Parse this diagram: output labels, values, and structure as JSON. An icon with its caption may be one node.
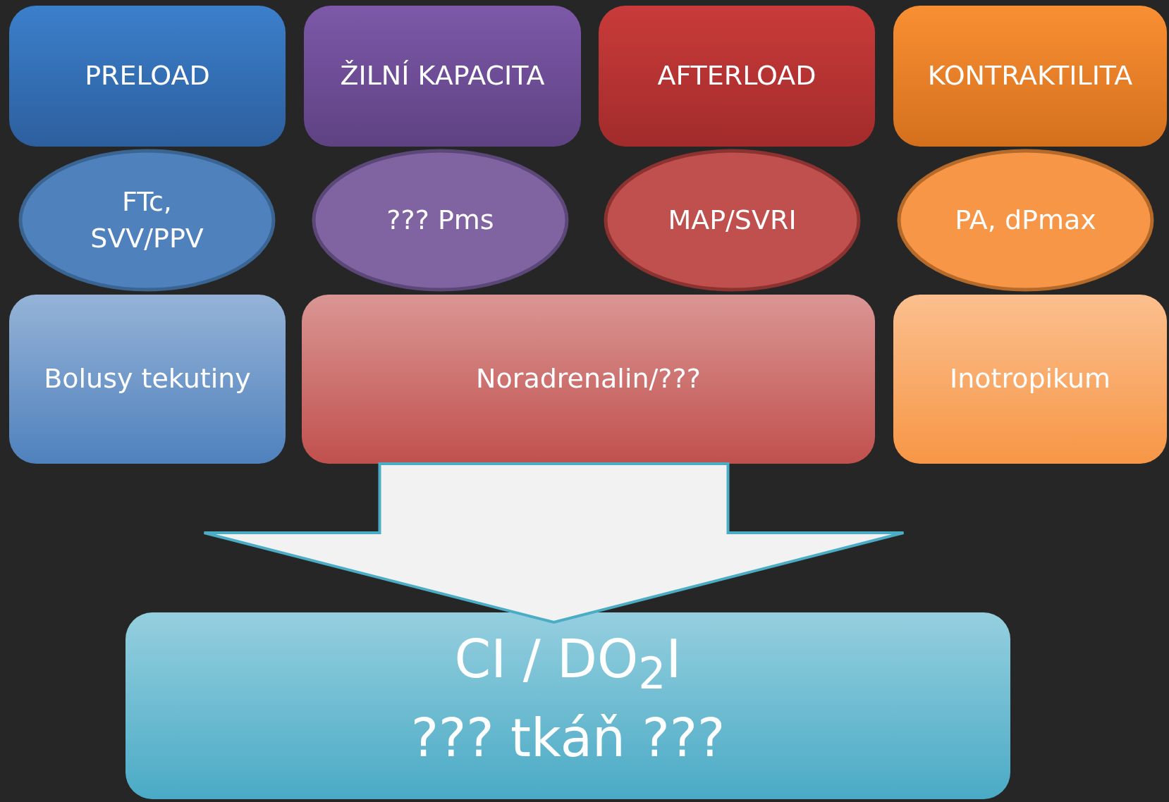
{
  "diagram": {
    "nodes": [
      {
        "text": [
          "PRELOAD"
        ]
      },
      {
        "text": [
          "ŽILNÍ KAPACITA"
        ]
      },
      {
        "text": [
          "AFTERLOAD"
        ]
      },
      {
        "text": [
          "KONTRAKTILITA"
        ]
      },
      {
        "text": [
          "FTc, SVV/PPV"
        ]
      },
      {
        "text": [
          "??? Pms"
        ]
      },
      {
        "text": [
          "MAP/SVRI"
        ]
      },
      {
        "text": [
          "PA, dPmax"
        ]
      },
      {
        "text": [
          "Bolusy tekutiny"
        ]
      },
      {
        "text": [
          "Noradrenalin/???"
        ]
      },
      {
        "text": [
          "Inotropikum"
        ]
      },
      {
        "text": [
          "CI / DO$_{2}$I",
          "??? tkáň ???"
        ]
      }
    ],
    "edges": [
      {
        "from": 9,
        "to": 11,
        "arrow": "to"
      }
    ]
  }
}
